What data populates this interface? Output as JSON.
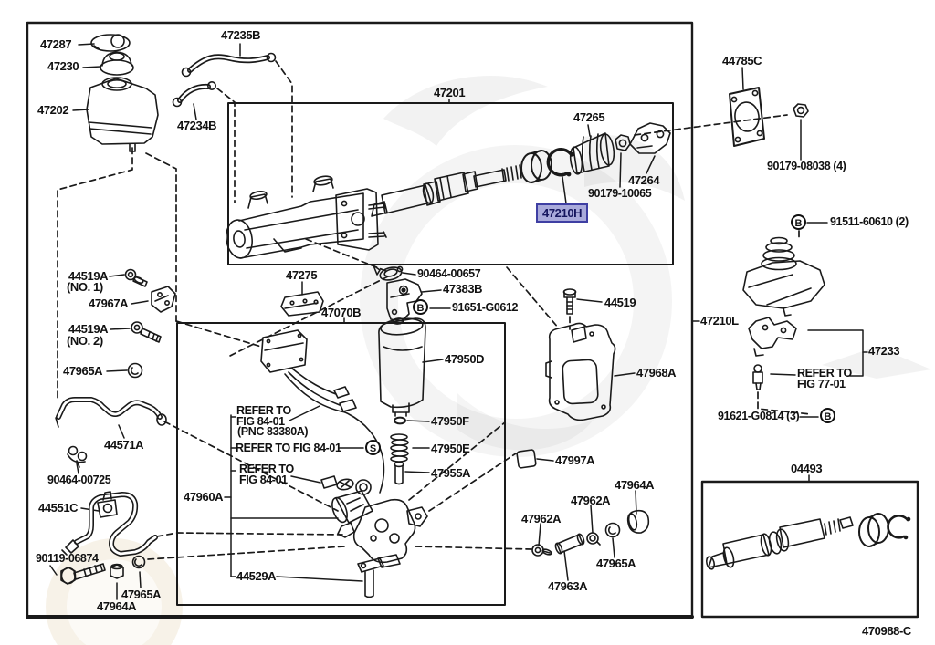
{
  "drawing": {
    "number": "470988-C",
    "highlighted_part": "47210H",
    "colors": {
      "line": "#1a1a1a",
      "highlight_bg": "#a9aadb",
      "highlight_border": "#3f3fa3",
      "highlight_text": "#15155e"
    }
  },
  "markers": {
    "b": "B",
    "s": "S"
  },
  "labels": {
    "l47287": "47287",
    "l47230": "47230",
    "l47202": "47202",
    "l47235b": "47235B",
    "l47234b": "47234B",
    "l47201": "47201",
    "l47265": "47265",
    "l47264": "47264",
    "l90179_10065": "90179-10065",
    "l47210h": "47210H",
    "l44785c": "44785C",
    "l90179_08038": "90179-08038 (4)",
    "l91511_60610": "91511-60610 (2)",
    "l47210l": "47210L",
    "l47233": "47233",
    "refer7701_1": "REFER TO",
    "refer7701_2": "FIG 77-01",
    "l91621_g0814": "91621-G0814 (3)",
    "l44519a_1a": "44519A",
    "l44519a_1b": "(NO. 1)",
    "l47967a": "47967A",
    "l44519a_2a": "44519A",
    "l44519a_2b": "(NO. 2)",
    "l47965a_1": "47965A",
    "l44571a": "44571A",
    "l90464_00725": "90464-00725",
    "l44551c": "44551C",
    "l90119_06874": "90119-06874",
    "l47965a_2": "47965A",
    "l47964a_1": "47964A",
    "l47275": "47275",
    "l47070b": "47070B",
    "l90464_00657": "90464-00657",
    "l47383b": "47383B",
    "l91651_g0612": "91651-G0612",
    "l44519": "44519",
    "l47950d": "47950D",
    "l47968a": "47968A",
    "refer8401a_1": "REFER TO",
    "refer8401a_2": "FIG 84-01",
    "refer8401a_3": "(PNC 83380A)",
    "refer8401b": "REFER TO FIG 84-01",
    "refer8401c_1": "REFER TO",
    "refer8401c_2": "FIG 84-01",
    "l47950f": "47950F",
    "l47950e": "47950E",
    "l47955a": "47955A",
    "l47997a": "47997A",
    "l47960a": "47960A",
    "l44529a": "44529A",
    "l47962a_1": "47962A",
    "l47962a_2": "47962A",
    "l47964a_2": "47964A",
    "l47963a": "47963A",
    "l47965a_3": "47965A",
    "l04493": "04493",
    "footer": "470988-C"
  }
}
